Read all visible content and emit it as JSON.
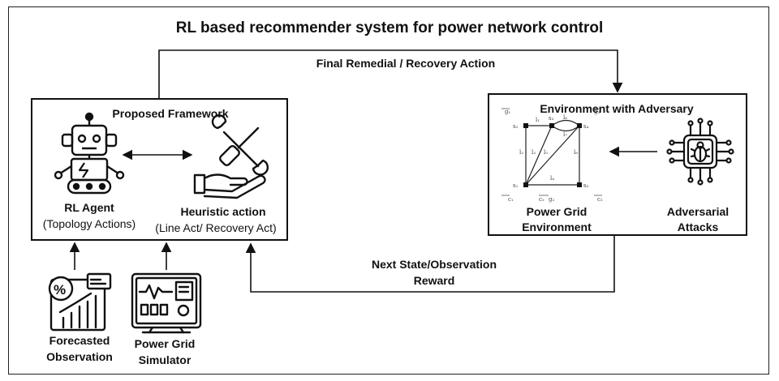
{
  "title": "RL based recommender system for power network control",
  "top_arrow_label": "Final Remedial / Recovery Action",
  "bottom_arrow_label": {
    "line1": "Next State/Observation",
    "line2": "Reward"
  },
  "framework": {
    "title": "Proposed Framework",
    "agent": {
      "name": "RL Agent",
      "sub": "(Topology Actions)"
    },
    "heuristic": {
      "name": "Heuristic action",
      "sub": "(Line Act/ Recovery Act)"
    }
  },
  "environment": {
    "title": "Environment with Adversary",
    "grid": {
      "line1": "Power Grid",
      "line2": "Environment"
    },
    "attacks": {
      "line1": "Adversarial",
      "line2": "Attacks"
    },
    "graph_labels": {
      "nodes": [
        "s₂",
        "s₃",
        "s₄",
        "s₁",
        "s₅"
      ],
      "lines": [
        "l₁",
        "l₂",
        "l₃",
        "l₅",
        "l₆",
        "l₇",
        "l₈",
        "l₄"
      ],
      "gens": [
        "g₁",
        "g₂",
        "g₃"
      ],
      "loads": [
        "c₁",
        "c₂",
        "c₃"
      ]
    }
  },
  "inputs": {
    "forecast": {
      "line1": "Forecasted",
      "line2": "Observation"
    },
    "simulator": {
      "line1": "Power Grid",
      "line2": "Simulator"
    }
  },
  "icons": [
    "robot-icon",
    "tools-hand-icon",
    "bug-chip-icon",
    "forecast-chart-icon",
    "monitor-simulator-icon"
  ]
}
